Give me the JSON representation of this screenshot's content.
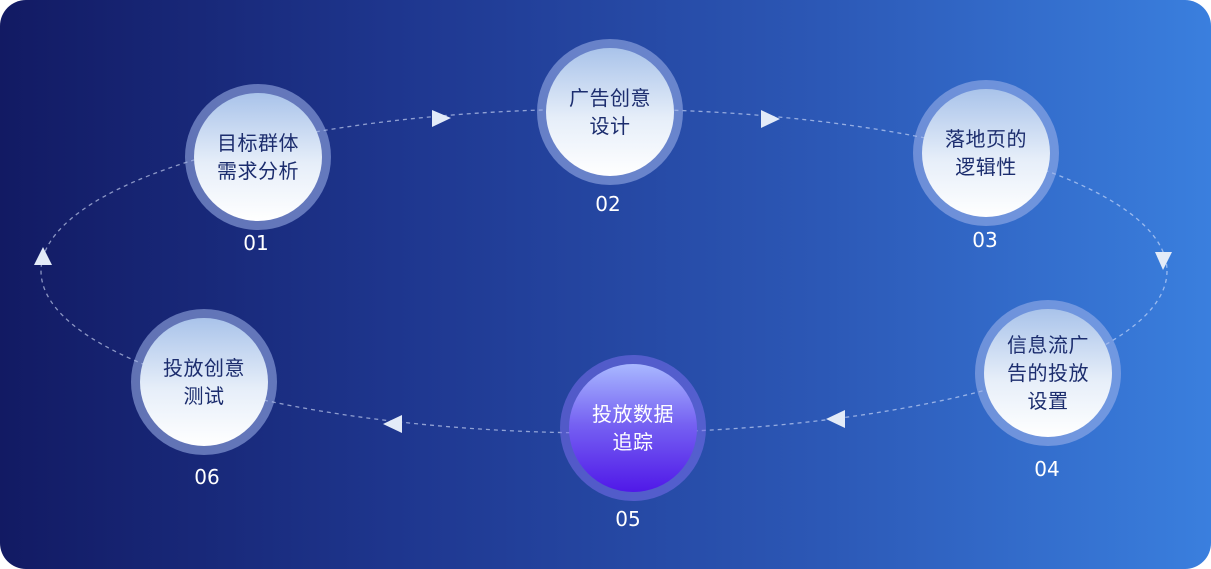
{
  "steps": [
    {
      "label": "目标群体\n需求分析",
      "number": "01"
    },
    {
      "label": "广告创意\n设计",
      "number": "02"
    },
    {
      "label": "落地页的\n逻辑性",
      "number": "03"
    },
    {
      "label": "信息流广\n告的投放\n设置",
      "number": "04"
    },
    {
      "label": "投放数据\n追踪",
      "number": "05",
      "active": true
    },
    {
      "label": "投放创意\n测试",
      "number": "06"
    }
  ],
  "colors": {
    "background_start": "#121a63",
    "background_end": "#3a7fde",
    "active_node": "#5a2be9",
    "node_text": "#1c2d6e"
  }
}
